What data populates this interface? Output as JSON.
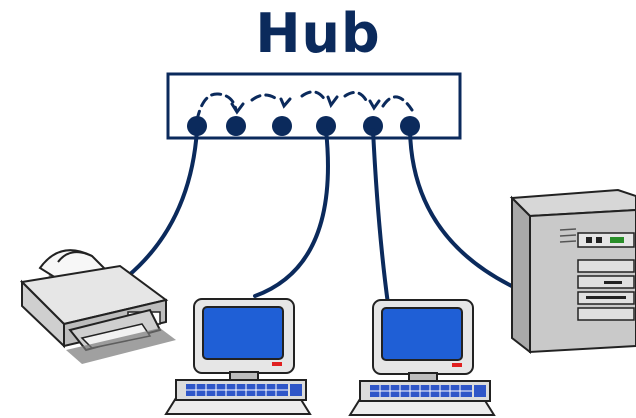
{
  "diagram": {
    "title": "Hub",
    "colors": {
      "ink": "#0b2a5c",
      "screen": "#1f5fd6",
      "device_body": "#e9e9e9",
      "device_shadow": "#8a8a8a",
      "keyboard": "#2f56c8",
      "power_led": "#e02020"
    },
    "ports": 6,
    "devices": [
      {
        "id": "printer",
        "kind": "printer"
      },
      {
        "id": "pc-1",
        "kind": "desktop-computer"
      },
      {
        "id": "pc-2",
        "kind": "desktop-computer"
      },
      {
        "id": "server",
        "kind": "tower-server"
      }
    ],
    "links": [
      {
        "from_port": 1,
        "to": "printer"
      },
      {
        "from_port": 4,
        "to": "pc-1"
      },
      {
        "from_port": 5,
        "to": "pc-2"
      },
      {
        "from_port": 6,
        "to": "server"
      }
    ]
  }
}
